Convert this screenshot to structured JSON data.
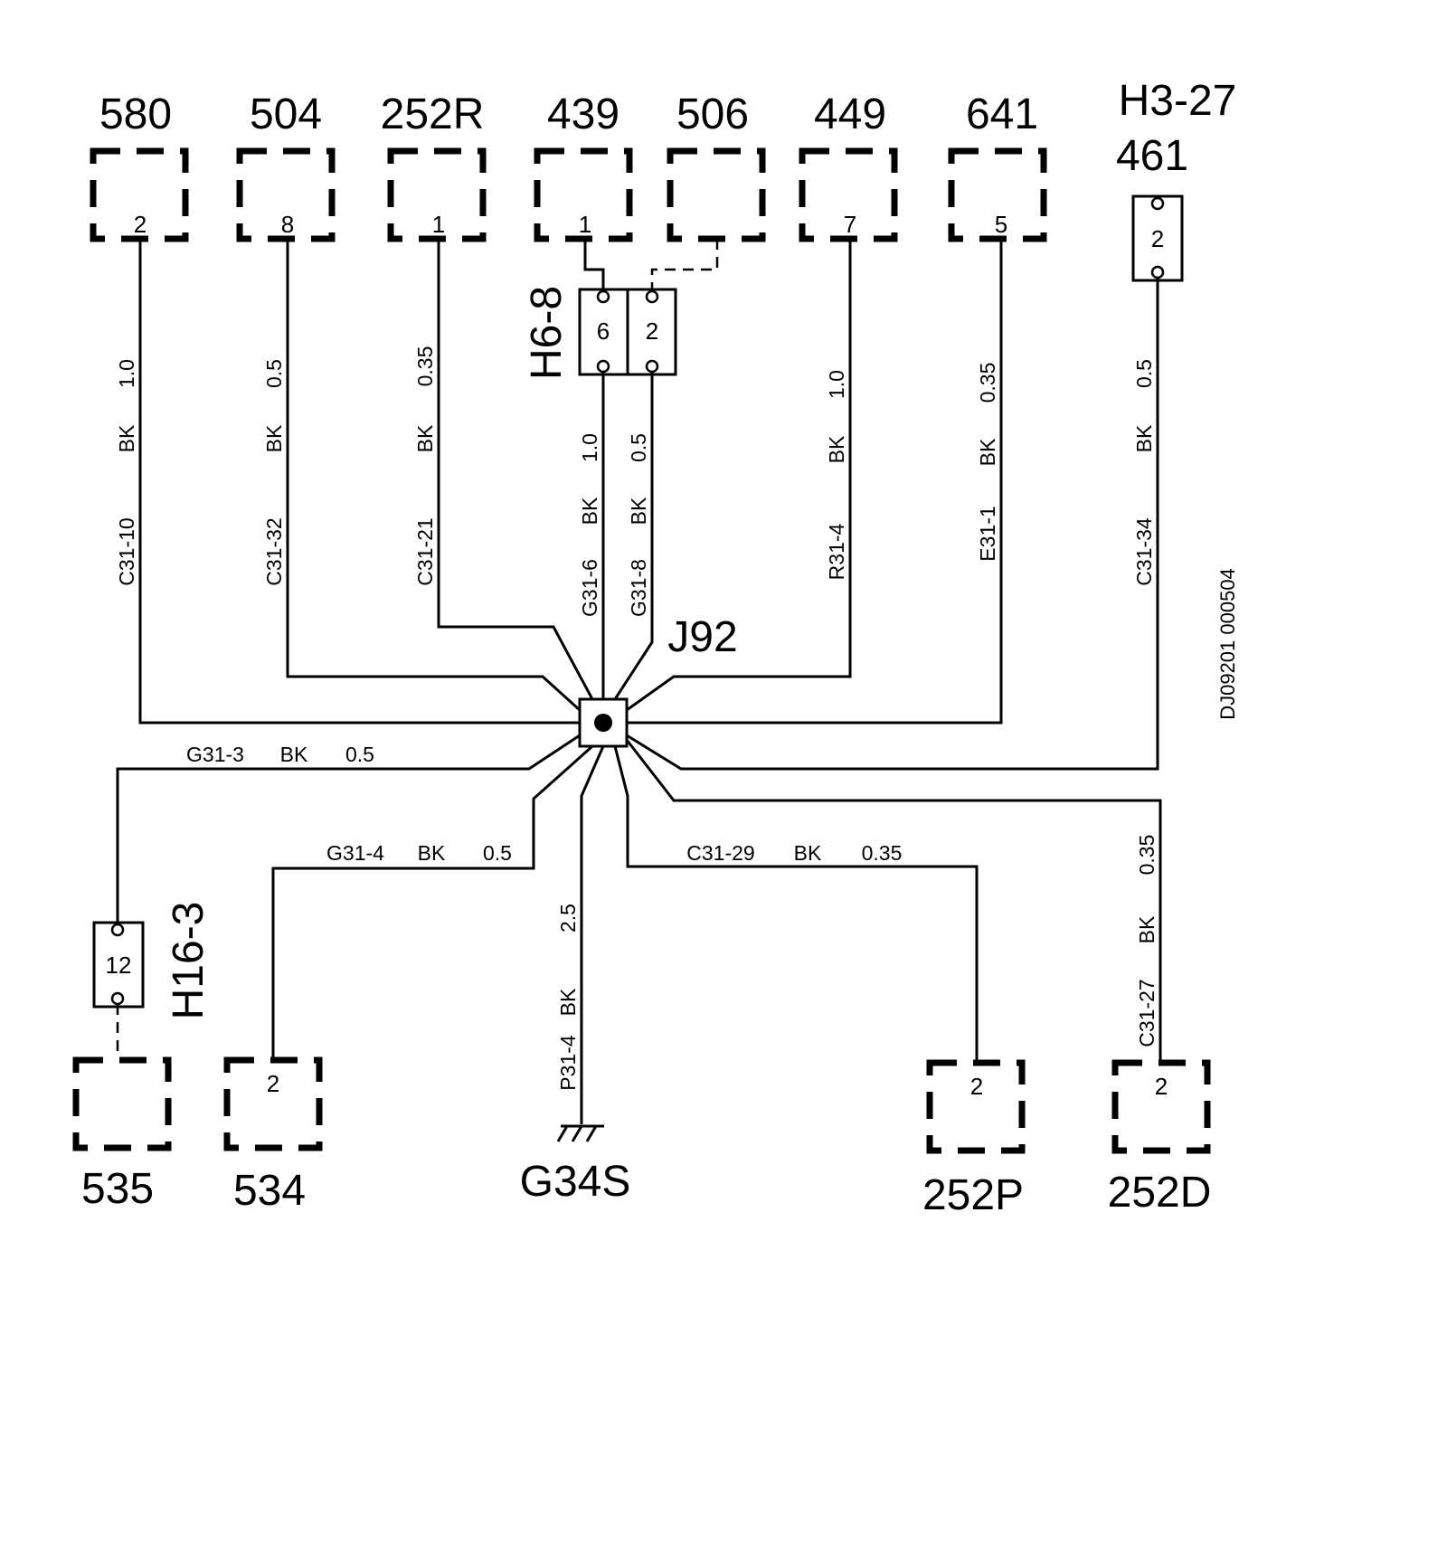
{
  "labels": {
    "c580": "580",
    "c504": "504",
    "c252r": "252R",
    "c439": "439",
    "c506": "506",
    "c449": "449",
    "c641": "641",
    "h327": "H3-27",
    "c461": "461",
    "h68": "H6-8",
    "j92": "J92",
    "h163": "H16-3",
    "c535": "535",
    "c534": "534",
    "g34s": "G34S",
    "c252p": "252P",
    "c252d": "252D",
    "drawing_id": "DJ09201 000504"
  },
  "pins": {
    "c580": "2",
    "c504": "8",
    "c252r": "1",
    "c439": "1",
    "c449": "7",
    "c641": "5",
    "c461": "2",
    "h68_a": "6",
    "h68_b": "2",
    "h163": "12",
    "c534": "2",
    "c252p": "2",
    "c252d": "2"
  },
  "wires": {
    "w580": {
      "circuit": "C31-10",
      "color": "BK",
      "gauge": "1.0"
    },
    "w504": {
      "circuit": "C31-32",
      "color": "BK",
      "gauge": "0.5"
    },
    "w252r": {
      "circuit": "C31-21",
      "color": "BK",
      "gauge": "0.35"
    },
    "w439": {
      "circuit": "G31-6",
      "color": "BK",
      "gauge": "1.0"
    },
    "w506": {
      "circuit": "G31-8",
      "color": "BK",
      "gauge": "0.5"
    },
    "w449": {
      "circuit": "R31-4",
      "color": "BK",
      "gauge": "1.0"
    },
    "w641": {
      "circuit": "E31-1",
      "color": "BK",
      "gauge": "0.35"
    },
    "w461": {
      "circuit": "C31-34",
      "color": "BK",
      "gauge": "0.5"
    },
    "w535": {
      "circuit": "G31-3",
      "color": "BK",
      "gauge": "0.5"
    },
    "w534": {
      "circuit": "G31-4",
      "color": "BK",
      "gauge": "0.5"
    },
    "wg34s": {
      "circuit": "P31-4",
      "color": "BK",
      "gauge": "2.5"
    },
    "w252p": {
      "circuit": "C31-29",
      "color": "BK",
      "gauge": "0.35"
    },
    "w252d": {
      "circuit": "C31-27",
      "color": "BK",
      "gauge": "0.35"
    }
  }
}
